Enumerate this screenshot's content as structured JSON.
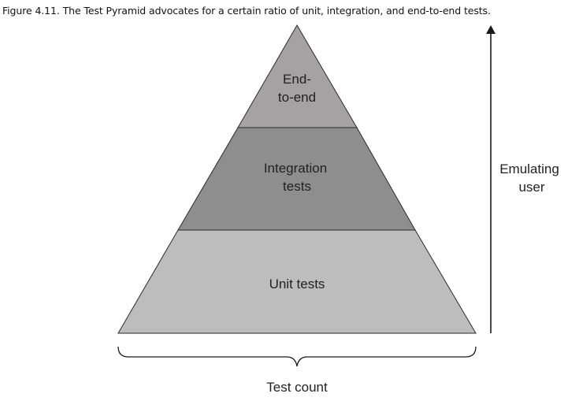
{
  "figure": {
    "caption": "Figure 4.11. The Test Pyramid advocates for a certain ratio of unit, integration, and end-to-end tests."
  },
  "pyramid": {
    "tiers": [
      {
        "id": "end-to-end",
        "line1": "End-",
        "line2": "to-end",
        "color": "#a5a2a3"
      },
      {
        "id": "integration",
        "line1": "Integration",
        "line2": "tests",
        "color": "#8e8e8e"
      },
      {
        "id": "unit",
        "line1": "Unit tests",
        "color": "#bdbdbd"
      }
    ]
  },
  "axis": {
    "vertical_label_line1": "Emulating",
    "vertical_label_line2": "user",
    "horizontal_label": "Test count"
  }
}
